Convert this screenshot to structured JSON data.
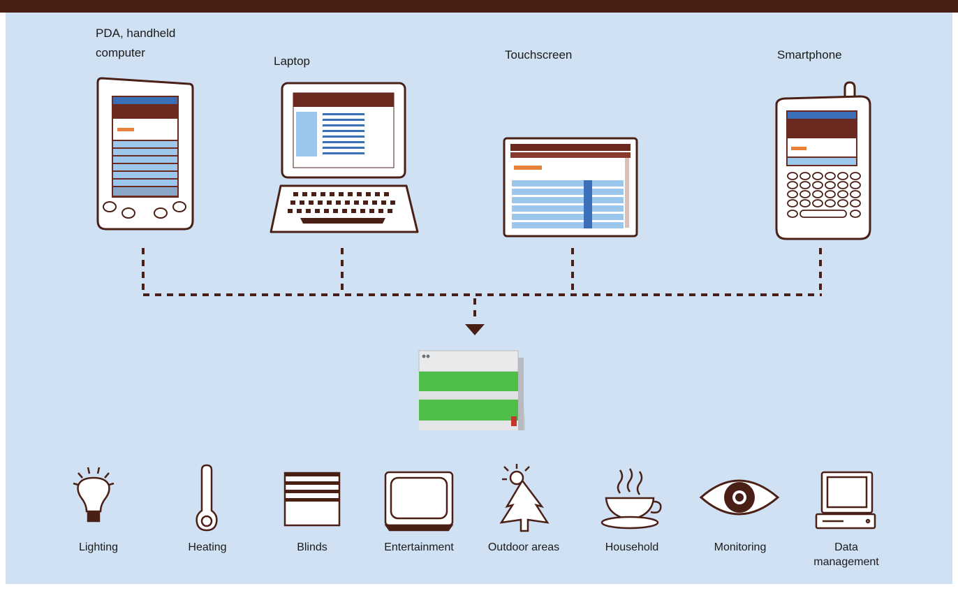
{
  "devices": [
    {
      "key": "pda",
      "label_line1": "PDA, handheld",
      "label_line2": "computer"
    },
    {
      "key": "laptop",
      "label": "Laptop"
    },
    {
      "key": "touchscreen",
      "label": "Touchscreen"
    },
    {
      "key": "smartphone",
      "label": "Smartphone"
    }
  ],
  "categories": [
    {
      "key": "lighting",
      "label": "Lighting",
      "icon": "lightbulb-icon"
    },
    {
      "key": "heating",
      "label": "Heating",
      "icon": "thermometer-icon"
    },
    {
      "key": "blinds",
      "label": "Blinds",
      "icon": "blinds-icon"
    },
    {
      "key": "entertainment",
      "label": "Entertainment",
      "icon": "tv-icon"
    },
    {
      "key": "outdoor",
      "label": "Outdoor areas",
      "icon": "tree-sun-icon"
    },
    {
      "key": "household",
      "label": "Household",
      "icon": "coffee-cup-icon"
    },
    {
      "key": "monitoring",
      "label": "Monitoring",
      "icon": "eye-icon"
    },
    {
      "key": "data",
      "label_line1": "Data",
      "label_line2": "management",
      "icon": "computer-icon"
    }
  ],
  "colors": {
    "brown": "#4a1f16",
    "panel": "#cfe1f3",
    "green": "#4fbf4a",
    "screen_header": "#6b2a1f",
    "screen_row": "#9cc7ec"
  }
}
